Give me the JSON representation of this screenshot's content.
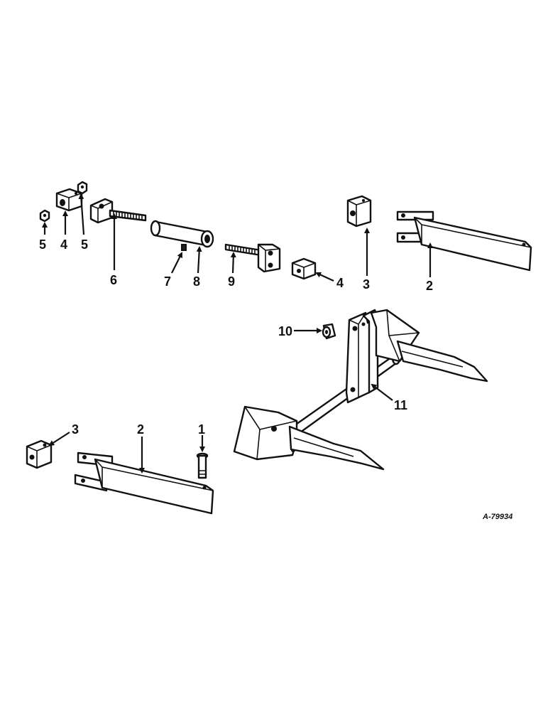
{
  "diagram": {
    "reference": "A-79934",
    "callouts": {
      "c5a": "5",
      "c4a": "4",
      "c5b": "5",
      "c6": "6",
      "c7": "7",
      "c8": "8",
      "c9": "9",
      "c4b": "4",
      "c3a": "3",
      "c2a": "2",
      "c10": "10",
      "c11": "11",
      "c3b": "3",
      "c2b": "2",
      "c1": "1"
    }
  }
}
